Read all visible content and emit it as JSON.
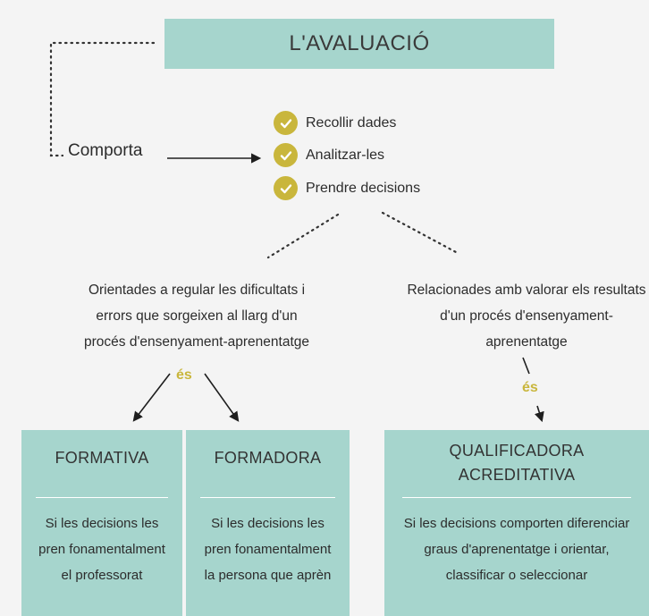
{
  "title": "L'AVALUACIÓ",
  "comporta": "Comporta",
  "actions": [
    "Recollir dades",
    "Analitzar-les",
    "Prendre decisions"
  ],
  "left_description": [
    "Orientades a regular les dificultats i",
    "errors que sorgeixen al llarg d'un",
    "procés d'ensenyament-aprenentatge"
  ],
  "right_description": [
    "Relacionades amb valorar els resultats",
    "d'un procés d'ensenyament-",
    "aprenentatge"
  ],
  "es_label": "és",
  "cards": {
    "formativa": {
      "title": "FORMATIVA",
      "body": [
        "Si les decisions les",
        "pren fonamentalment",
        "el professorat"
      ]
    },
    "formadora": {
      "title": "FORMADORA",
      "body": [
        "Si les decisions les",
        "pren fonamentalment",
        "la persona que aprèn"
      ]
    },
    "qualificadora": {
      "title": [
        "QUALIFICADORA",
        "ACREDITATIVA"
      ],
      "body": [
        "Si les decisions comporten diferenciar",
        "graus d'aprenentatge i orientar,",
        "classificar o seleccionar"
      ]
    }
  },
  "colors": {
    "teal": "#a6d5cd",
    "gold": "#c9b63c",
    "text": "#2c2c2c"
  },
  "icons": {
    "check": "check-circle-icon",
    "arrow": "arrow-icon"
  }
}
